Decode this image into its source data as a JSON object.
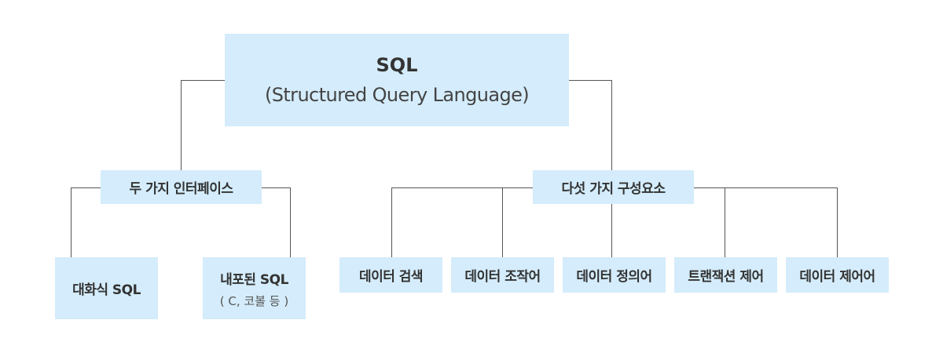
{
  "diagram": {
    "root": {
      "title": "SQL",
      "subtitle": "(Structured Query Language)"
    },
    "interfaces": {
      "label": "두 가지 인터페이스",
      "children": [
        {
          "label": "대화식 SQL",
          "sublabel": ""
        },
        {
          "label": "내포된 SQL",
          "sublabel": "( C, 코볼 등 )"
        }
      ]
    },
    "components": {
      "label": "다섯 가지 구성요소",
      "children": [
        {
          "label": "데이터 검색"
        },
        {
          "label": "데이터 조작어"
        },
        {
          "label": "데이터 정의어"
        },
        {
          "label": "트랜잭션 제어"
        },
        {
          "label": "데이터 제어어"
        }
      ]
    }
  },
  "colors": {
    "node_fill": "#d4ecfb",
    "connector": "#555555",
    "text": "#333333"
  }
}
